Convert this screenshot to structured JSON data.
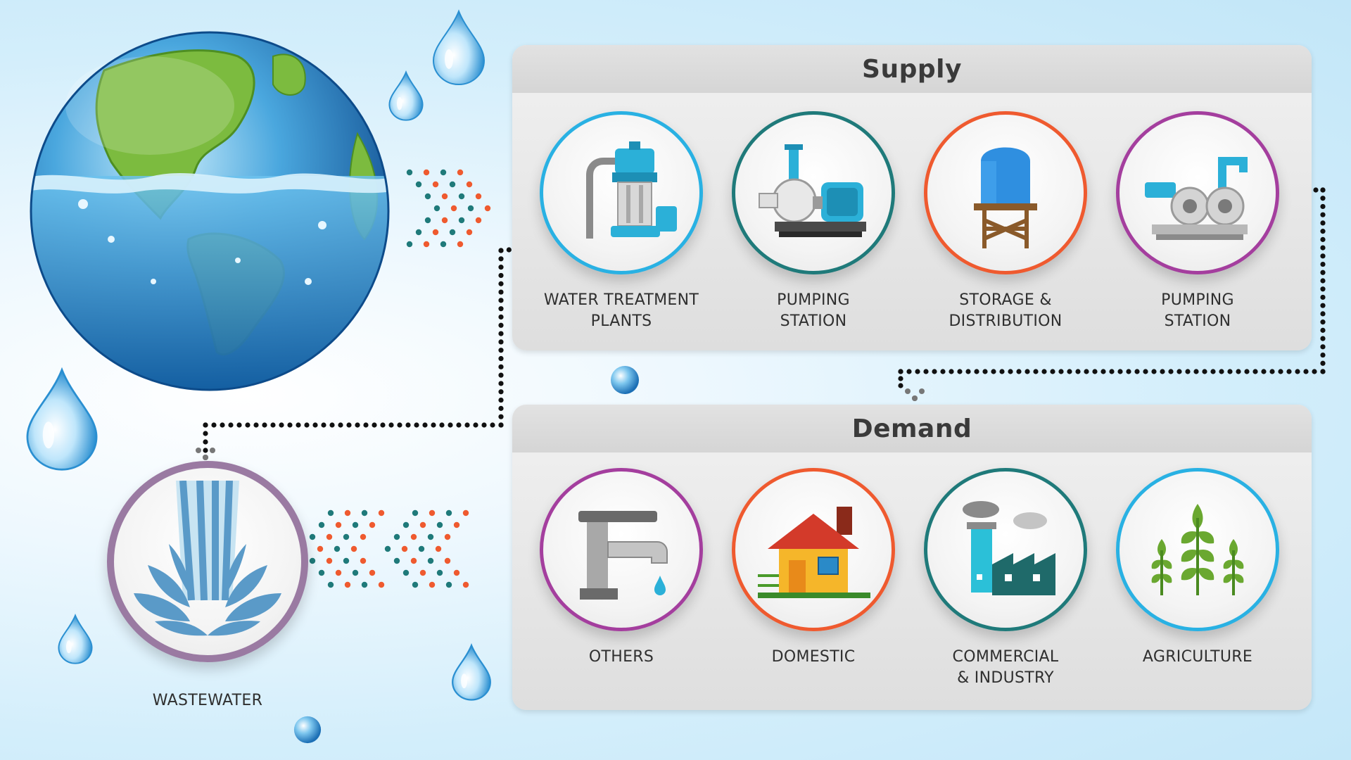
{
  "supply": {
    "title": "Supply",
    "items": [
      {
        "label_1": "WATER TREATMENT",
        "label_2": "PLANTS"
      },
      {
        "label_1": "PUMPING",
        "label_2": "STATION"
      },
      {
        "label_1": "STORAGE &",
        "label_2": "DISTRIBUTION"
      },
      {
        "label_1": "PUMPING",
        "label_2": "STATION"
      }
    ]
  },
  "demand": {
    "title": "Demand",
    "items": [
      {
        "label_1": "OTHERS",
        "label_2": ""
      },
      {
        "label_1": "DOMESTIC",
        "label_2": ""
      },
      {
        "label_1": "COMMERCIAL",
        "label_2": "& INDUSTRY"
      },
      {
        "label_1": "AGRICULTURE",
        "label_2": ""
      }
    ]
  },
  "wastewater": {
    "label": "WASTEWATER"
  },
  "colors": {
    "cyan": "#29b1e3",
    "teal": "#1f7a7a",
    "orange": "#ef5a2f",
    "purple": "#a43e9e",
    "wastewater_ring": "#9a7aa2",
    "dot_teal": "#1f7a7a",
    "dot_orange": "#ef5a2f"
  },
  "icons": [
    "globe-icon",
    "water-drop-icon",
    "water-treatment-plant-icon",
    "pumping-station-icon",
    "storage-tower-icon",
    "pump-machine-icon",
    "faucet-icon",
    "house-icon",
    "factory-icon",
    "plants-icon",
    "waterfall-icon"
  ]
}
